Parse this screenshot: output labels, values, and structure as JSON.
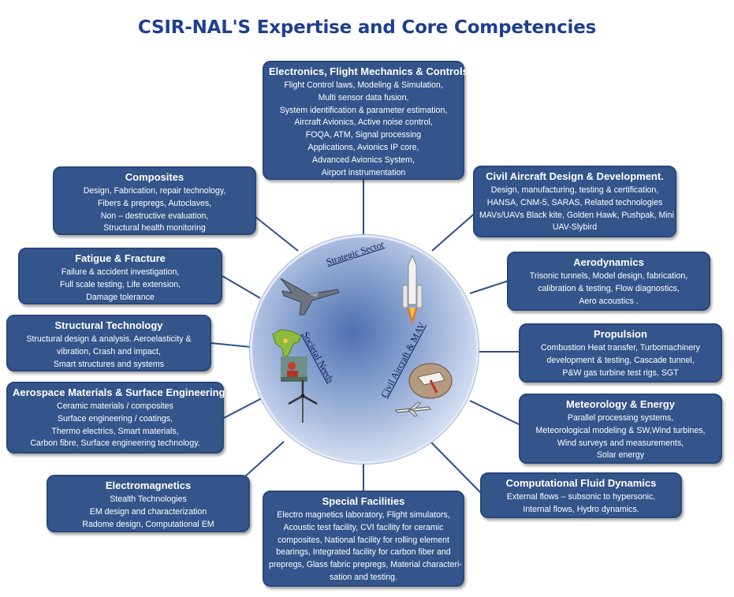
{
  "title": "CSIR-NAL'S Expertise and Core Competencies",
  "hub": {
    "sector_labels": [
      "Strategic Sector",
      "Societal Needs",
      "Civil Aircraft & MAV"
    ]
  },
  "boxes": [
    {
      "id": "electronics",
      "title": "Electronics, Flight Mechanics & Controls",
      "lines": [
        "Flight Control laws, Modeling & Simulation,",
        "Multi sensor data fusion,",
        "System identification & parameter estimation,",
        "Aircraft  Avionics, Active noise control,",
        "FOQA, ATM, Signal processing",
        "Applications, Avionics IP core,",
        "Advanced Avionics System,",
        "Airport instrumentation"
      ]
    },
    {
      "id": "composites",
      "title": "Composites",
      "lines": [
        "Design, Fabrication, repair technology,",
        "Fibers & prepregs, Autoclaves,",
        "Non – destructive evaluation,",
        "Structural health monitoring"
      ]
    },
    {
      "id": "civil-aircraft",
      "title": "Civil Aircraft Design & Development.",
      "lines": [
        "Design, manufacturing, testing & certification,",
        "HANSA, CNM-5, SARAS, Related technologies",
        "MAVs/UAVs Black kite, Golden Hawk, Pushpak, Mini",
        "UAV-Slybird"
      ]
    },
    {
      "id": "fatigue",
      "title": "Fatigue & Fracture",
      "lines": [
        "Failure & accident investigation,",
        "Full scale testing, Life extension,",
        "Damage tolerance"
      ]
    },
    {
      "id": "aerodynamics",
      "title": "Aerodynamics",
      "lines": [
        "Trisonic tunnels, Model design, fabrication,",
        "calibration & testing, Flow diagnostics,",
        "Aero acoustics ."
      ]
    },
    {
      "id": "structural",
      "title": "Structural Technology",
      "lines": [
        "Structural design & analysis. Aeroelasticity &",
        "vibration, Crash and impact,",
        "Smart structures and systems"
      ]
    },
    {
      "id": "propulsion",
      "title": "Propulsion",
      "lines": [
        "Combustion Heat transfer, Turbomachinery",
        "development & testing, Cascade tunnel,",
        "P&W gas turbine test rigs, SGT"
      ]
    },
    {
      "id": "materials",
      "title": "Aerospace Materials & Surface Engineering",
      "lines": [
        "Ceramic materials / composites",
        "Surface engineering / coatings,",
        "Thermo electrics, Smart materials,",
        "Carbon fibre, Surface engineering technology."
      ]
    },
    {
      "id": "meteorology",
      "title": "Meteorology & Energy",
      "lines": [
        "Parallel processing systems,",
        "Meteorological modeling & SW,Wind turbines,",
        "Wind surveys and measurements,",
        "Solar energy"
      ]
    },
    {
      "id": "electromagnetics",
      "title": "Electromagnetics",
      "lines": [
        "Stealth Technologies",
        "EM design and characterization",
        "Radome design, Computational EM"
      ]
    },
    {
      "id": "cfd",
      "title": "Computational Fluid Dynamics",
      "lines": [
        "External flows – subsonic to hypersonic,",
        "Internal flows, Hydro dynamics."
      ]
    },
    {
      "id": "special",
      "title": "Special Facilities",
      "lines": [
        "Electro magnetics laboratory, Flight simulators,",
        "Acoustic test facility, CVI facility for ceramic",
        "composites, National facility for rolling element",
        "bearings, Integrated facility for carbon fiber and",
        "prepregs, Glass fabric prepregs, Material characteri-",
        "sation and testing."
      ]
    }
  ]
}
